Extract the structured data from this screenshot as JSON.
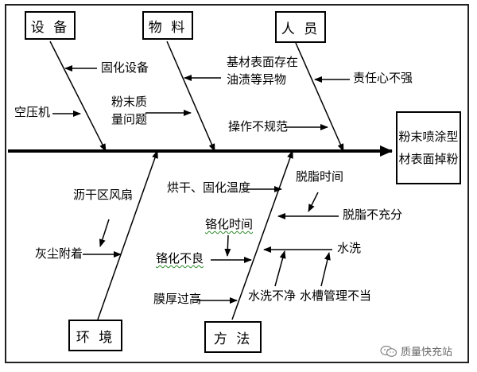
{
  "categories": {
    "equipment": "设 备",
    "material": "物 料",
    "personnel": "人 员",
    "environment": "环 境",
    "method": "方 法"
  },
  "effect": {
    "line1": "粉末喷涂型",
    "line2": "材表面掉粉"
  },
  "causes": {
    "curing_equipment": "固化设备",
    "air_compressor": "空压机",
    "powder_quality_1": "粉末质",
    "powder_quality_2": "量问题",
    "substrate_oil_1": "基材表面存在",
    "substrate_oil_2": "油渍等异物",
    "improper_operation": "操作不规范",
    "weak_responsibility": "责任心不强",
    "drying_zone_fan": "沥干区风扇",
    "dust_adhesion": "灰尘附着",
    "drying_curing_temp": "烘干、固化温度",
    "degreasing_time": "脱脂时间",
    "incomplete_degreasing": "脱脂不充分",
    "chromating_time": "铬化时间",
    "poor_chromating": "铬化不良",
    "washing": "水洗",
    "film_too_thick": "膜厚过高",
    "unclean_washing": "水洗不净",
    "tank_mismanagement": "水槽管理不当"
  },
  "watermark": "质量快充站"
}
